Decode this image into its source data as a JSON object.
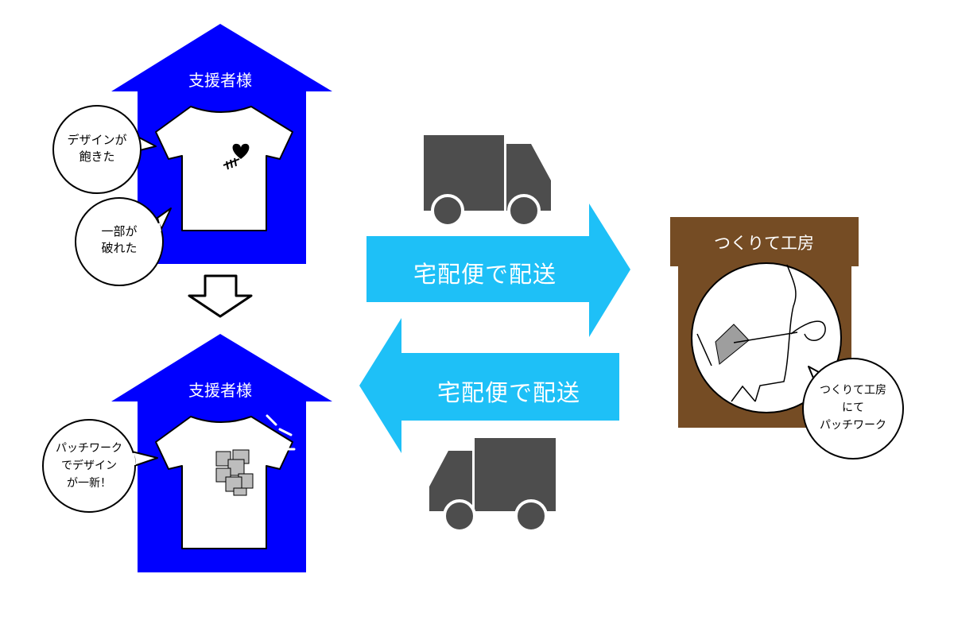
{
  "top_house": {
    "label": "支援者様",
    "bubbles": [
      {
        "lines": [
          "デザインが",
          "飽きた"
        ]
      },
      {
        "lines": [
          "一部が",
          "破れた"
        ]
      }
    ]
  },
  "bottom_house": {
    "label": "支援者様",
    "bubble": {
      "lines": [
        "パッチワーク",
        "でデザイン",
        "が一新！"
      ]
    }
  },
  "arrow_right": {
    "label": "宅配便で配送"
  },
  "arrow_left": {
    "label": "宅配便で配送"
  },
  "workshop": {
    "title": "つくりて工房",
    "bubble": {
      "lines": [
        "つくりて工房",
        "にて",
        "パッチワーク"
      ]
    }
  },
  "colors": {
    "house": "#0000ff",
    "arrow": "#1ec0f7",
    "truck": "#4d4d4d",
    "workshop": "#754c24",
    "patch": "#bdbdbd"
  },
  "icons": [
    "house-shape",
    "tshirt-icon",
    "heart-icon",
    "tear-stitch-icon",
    "down-arrow-icon",
    "truck-icon",
    "needle-icon",
    "sparkle-icon"
  ]
}
